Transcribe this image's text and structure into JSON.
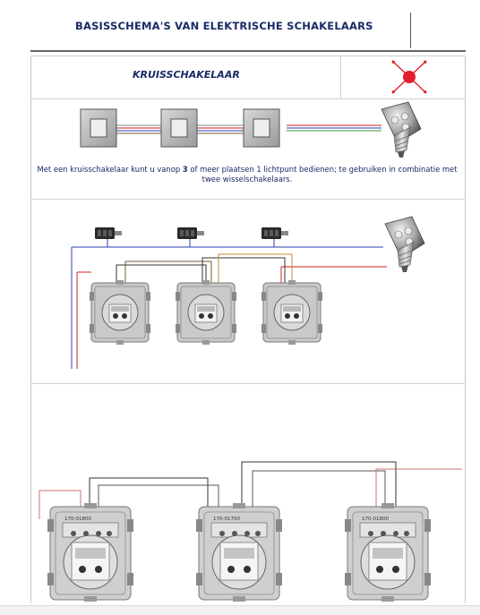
{
  "header": {
    "title": "BASISSCHEMA'S VAN ELEKTRISCHE SCHAKELAARS"
  },
  "section": {
    "subtitle": "KRUISSCHAKELAAR",
    "symbol_icon": "cross-switch-symbol-icon"
  },
  "caption": {
    "part1": "Met een kruisschakelaar kunt u vanop ",
    "bold": "3",
    "part2": " of meer plaatsen 1 lichtpunt bedienen; te gebruiken in combinatie met twee wisselschakelaars."
  },
  "mechanisms": {
    "left_label": "170-01800",
    "middle_label": "170-01700",
    "right_label": "170-01800"
  },
  "colors": {
    "title_text": "#1a2a66",
    "symbol_red": "#e0202a",
    "wire_blue": "#2a3fb0",
    "wire_red": "#d02020",
    "wire_brown": "#7a5a3a",
    "wire_grey": "#888888"
  }
}
